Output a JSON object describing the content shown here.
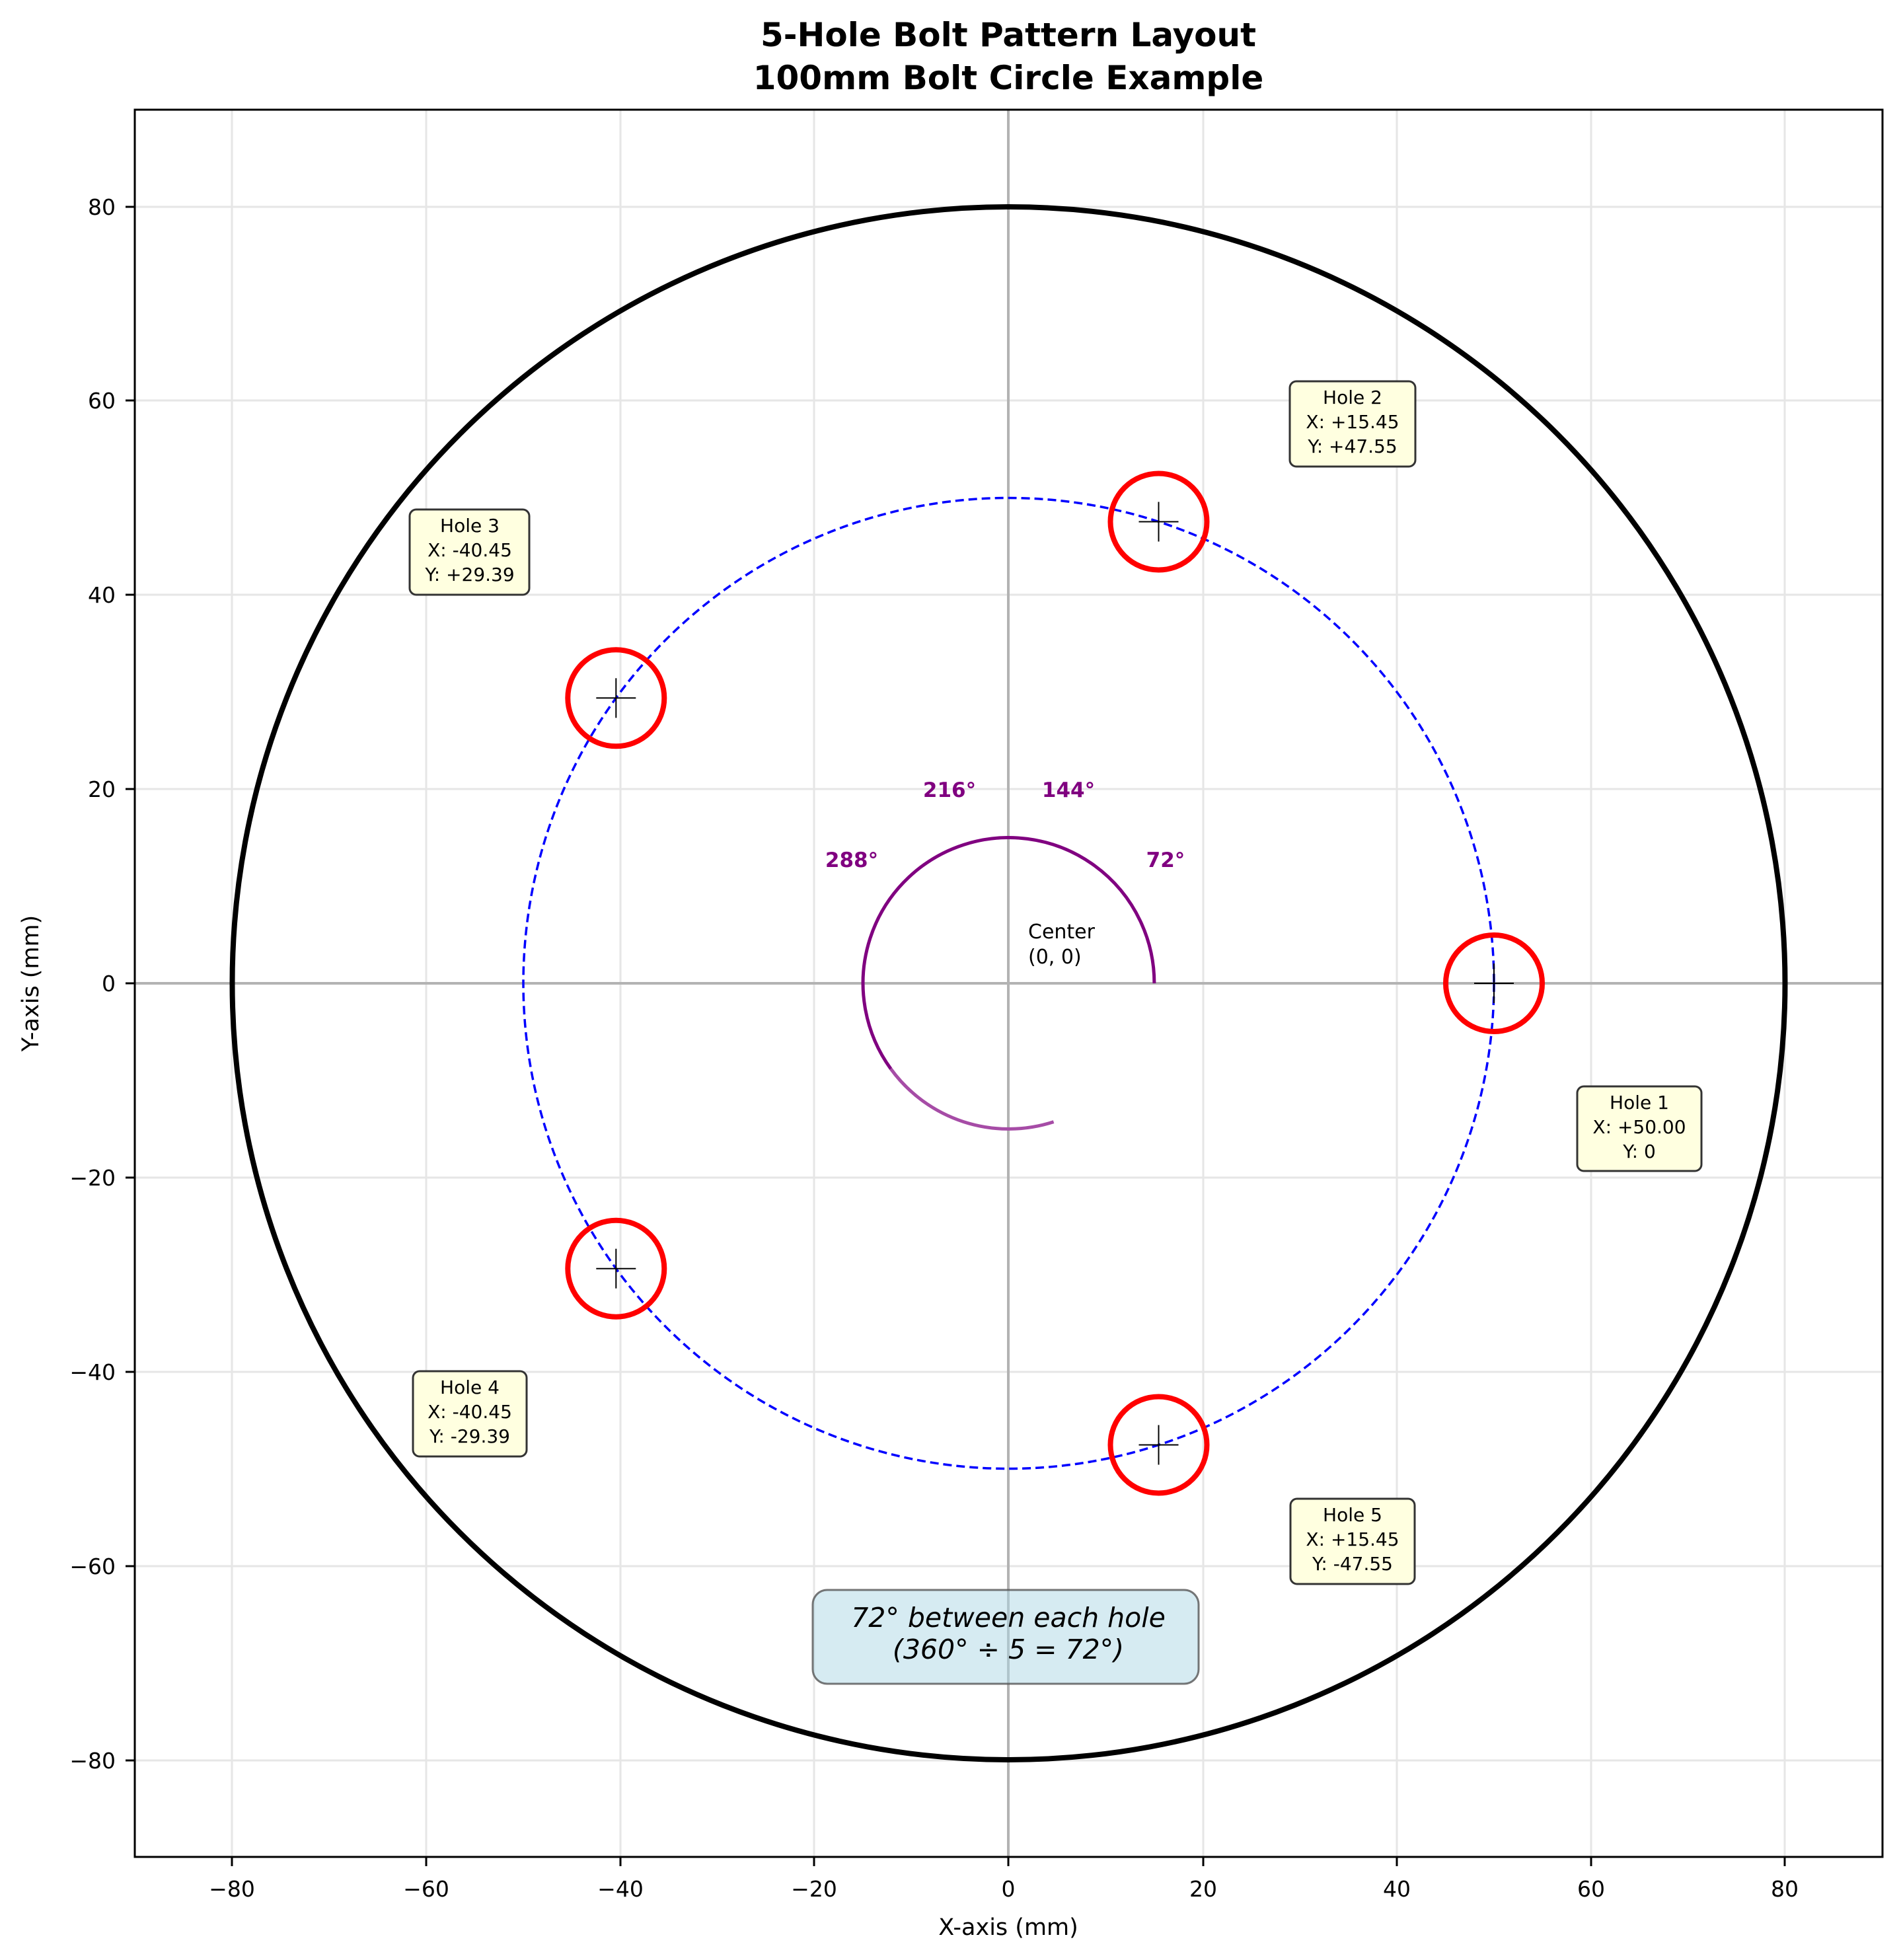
{
  "chart_data": {
    "type": "scatter",
    "title": "5-Hole Bolt Pattern Layout\n100mm Bolt Circle Example",
    "title_lines": [
      "5-Hole Bolt Pattern Layout",
      "100mm Bolt Circle Example"
    ],
    "xlabel": "X-axis (mm)",
    "ylabel": "Y-axis (mm)",
    "xlim": [
      -90,
      90
    ],
    "ylim": [
      -90,
      90
    ],
    "xticks": [
      -80,
      -60,
      -40,
      -20,
      0,
      20,
      40,
      60,
      80
    ],
    "yticks": [
      -80,
      -60,
      -40,
      -20,
      0,
      20,
      40,
      60,
      80
    ],
    "grid": true,
    "aspect": "equal",
    "outer_circle": {
      "radius": 80,
      "color": "#000000"
    },
    "bolt_circle": {
      "diameter": 100,
      "radius": 50,
      "color": "#0000ff",
      "style": "dashed"
    },
    "hole_radius": 5,
    "hole_color": "#ff0000",
    "holes": [
      {
        "name": "Hole 1",
        "x": 50.0,
        "y": 0,
        "angle": 0,
        "label_x": "X: +50.00",
        "label_y": "Y: 0"
      },
      {
        "name": "Hole 2",
        "x": 15.45,
        "y": 47.55,
        "angle": 72,
        "label_x": "X: +15.45",
        "label_y": "Y: +47.55"
      },
      {
        "name": "Hole 3",
        "x": -40.45,
        "y": 29.39,
        "angle": 144,
        "label_x": "X: -40.45",
        "label_y": "Y: +29.39"
      },
      {
        "name": "Hole 4",
        "x": -40.45,
        "y": -29.39,
        "angle": 216,
        "label_x": "X: -40.45",
        "label_y": "Y: -29.39"
      },
      {
        "name": "Hole 5",
        "x": 15.45,
        "y": -47.55,
        "angle": 288,
        "label_x": "X: +15.45",
        "label_y": "Y: -47.55"
      }
    ],
    "angle_arc": {
      "radius": 15,
      "start_deg": 0,
      "end_deg": 288,
      "color": "#800080"
    },
    "angle_labels": [
      "72°",
      "144°",
      "216°",
      "288°"
    ],
    "center_label": [
      "Center",
      "(0, 0)"
    ],
    "annotation": [
      "72° between each hole",
      "(360° ÷ 5 = 72°)"
    ],
    "annotation_bg": "#add8e6"
  },
  "labels": {
    "title1": "5-Hole Bolt Pattern Layout",
    "title2": "100mm Bolt Circle Example",
    "xlabel": "X-axis (mm)",
    "ylabel": "Y-axis (mm)",
    "xticks": [
      "−80",
      "−60",
      "−40",
      "−20",
      "0",
      "20",
      "40",
      "60",
      "80"
    ],
    "yticks": [
      "80",
      "60",
      "40",
      "20",
      "0",
      "−20",
      "−40",
      "−60",
      "−80"
    ],
    "angles": {
      "a72": "72°",
      "a144": "144°",
      "a216": "216°",
      "a288": "288°"
    },
    "center": {
      "line1": "Center",
      "line2": "(0, 0)"
    },
    "note": {
      "line1": "72° between each hole",
      "line2": "(360° ÷ 5 = 72°)"
    },
    "holes": [
      {
        "title": "Hole 1",
        "x": "X: +50.00",
        "y": "Y: 0"
      },
      {
        "title": "Hole 2",
        "x": "X: +15.45",
        "y": "Y: +47.55"
      },
      {
        "title": "Hole 3",
        "x": "X: -40.45",
        "y": "Y: +29.39"
      },
      {
        "title": "Hole 4",
        "x": "X: -40.45",
        "y": "Y: -29.39"
      },
      {
        "title": "Hole 5",
        "x": "X: +15.45",
        "y": "Y: -47.55"
      }
    ]
  }
}
